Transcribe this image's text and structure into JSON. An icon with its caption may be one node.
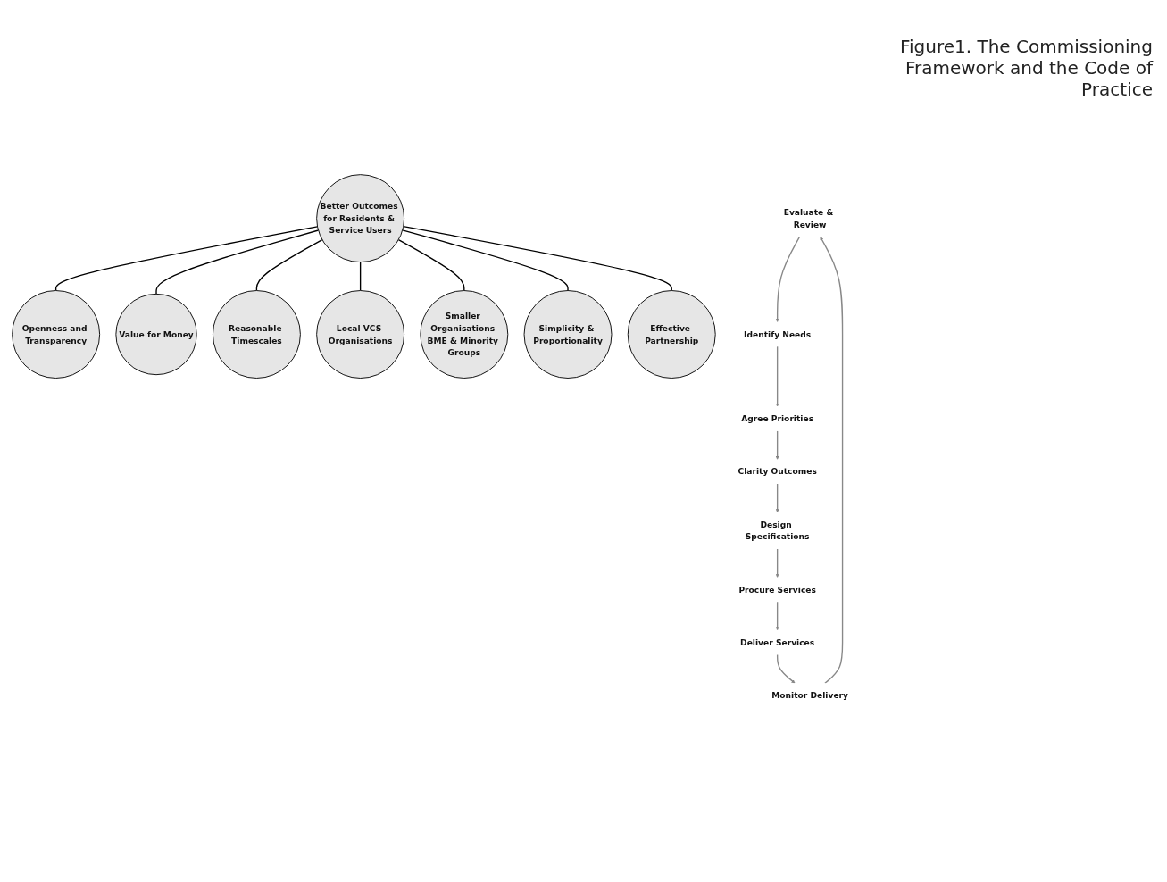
{
  "diagram": {
    "title": "Figure1. The Commissioning Framework and the Code of Practice",
    "nodes": [
      {
        "text": [
          "Better Outcomes for Residents & Service Users"
        ]
      },
      {
        "text": [
          "Openness and Transparency"
        ]
      },
      {
        "text": [
          "Value for Money"
        ]
      },
      {
        "text": [
          "Reasonable Timescales"
        ]
      },
      {
        "text": [
          "Local VCS Organisations"
        ]
      },
      {
        "text": [
          "Smaller Organisations BME & Minority Groups"
        ]
      },
      {
        "text": [
          "Simplicity & Proportionality"
        ]
      },
      {
        "text": [
          "Effective Partnership"
        ]
      },
      {
        "text": [
          "Evaluate & Review"
        ]
      },
      {
        "text": [
          "Identify Needs"
        ]
      },
      {
        "text": [
          "Agree Priorities"
        ]
      },
      {
        "text": [
          "Clarity Outcomes"
        ]
      },
      {
        "text": [
          "Design Specifications"
        ]
      },
      {
        "text": [
          "Procure Services"
        ]
      },
      {
        "text": [
          "Deliver Services"
        ]
      },
      {
        "text": [
          "Monitor Delivery"
        ]
      }
    ],
    "edges": [
      {
        "from": 0,
        "to": 1,
        "arrow": "none",
        "color": "#000000"
      },
      {
        "from": 0,
        "to": 2,
        "arrow": "none",
        "color": "#000000"
      },
      {
        "from": 0,
        "to": 3,
        "arrow": "none",
        "color": "#000000"
      },
      {
        "from": 0,
        "to": 4,
        "arrow": "none",
        "color": "#000000"
      },
      {
        "from": 0,
        "to": 5,
        "arrow": "none",
        "color": "#000000"
      },
      {
        "from": 0,
        "to": 6,
        "arrow": "none",
        "color": "#000000"
      },
      {
        "from": 0,
        "to": 7,
        "arrow": "none",
        "color": "#000000"
      },
      {
        "from": 8,
        "to": 9,
        "arrow": "to",
        "color": "#888888"
      },
      {
        "from": 9,
        "to": 10,
        "arrow": "to",
        "color": "#888888"
      },
      {
        "from": 10,
        "to": 11,
        "arrow": "to",
        "color": "#888888"
      },
      {
        "from": 11,
        "to": 12,
        "arrow": "to",
        "color": "#888888"
      },
      {
        "from": 12,
        "to": 13,
        "arrow": "to",
        "color": "#888888"
      },
      {
        "from": 13,
        "to": 14,
        "arrow": "to",
        "color": "#888888"
      },
      {
        "from": 14,
        "to": 15,
        "arrow": "to",
        "color": "#888888"
      },
      {
        "from": 15,
        "to": 8,
        "arrow": "to",
        "color": "#888888"
      }
    ]
  }
}
